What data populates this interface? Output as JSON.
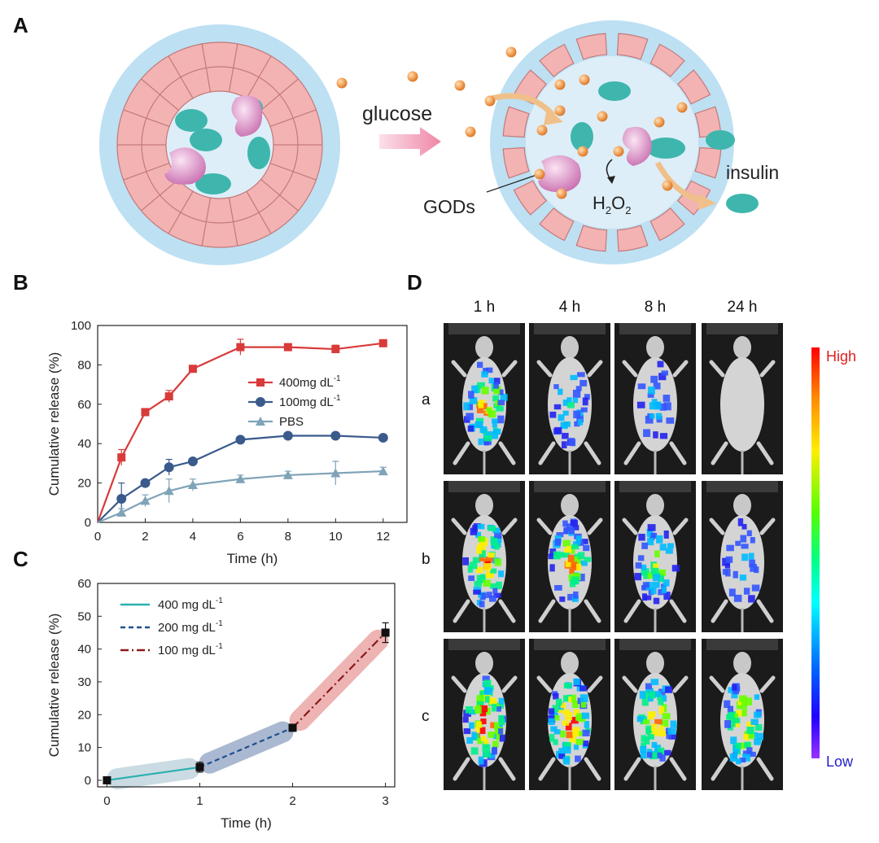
{
  "panels": {
    "a": "A",
    "b": "B",
    "c": "C",
    "d": "D"
  },
  "schematic": {
    "glucose_label": "glucose",
    "gods_label": "GODs",
    "h2o2_label": "H",
    "h2o2_sub1": "2",
    "h2o2_o": "O",
    "h2o2_sub2": "2",
    "insulin_label": "insulin"
  },
  "chart_data": [
    {
      "panel": "B",
      "type": "line",
      "xlabel": "Time (h)",
      "ylabel": "Cumulative release (%)",
      "xlim": [
        0,
        13
      ],
      "ylim": [
        0,
        100
      ],
      "xticks": [
        0,
        2,
        4,
        6,
        8,
        10,
        12
      ],
      "yticks": [
        0,
        20,
        40,
        60,
        80,
        100
      ],
      "legend_position": "center-right",
      "series": [
        {
          "name": "400mg dL",
          "name_sup": "-1",
          "marker": "square",
          "color": "#d93a3a",
          "x": [
            0,
            1,
            2,
            3,
            4,
            6,
            8,
            10,
            12
          ],
          "y": [
            0,
            33,
            56,
            64,
            78,
            89,
            89,
            88,
            91
          ],
          "err": [
            0,
            4,
            1,
            3,
            1,
            4,
            1,
            2,
            1
          ]
        },
        {
          "name": "100mg dL",
          "name_sup": "-1",
          "marker": "circle",
          "color": "#3a5a8c",
          "x": [
            0,
            1,
            2,
            3,
            4,
            6,
            8,
            10,
            12
          ],
          "y": [
            0,
            12,
            20,
            28,
            31,
            42,
            44,
            44,
            43
          ],
          "err": [
            0,
            8,
            1,
            4,
            1,
            1,
            1,
            1,
            1
          ]
        },
        {
          "name": "PBS",
          "marker": "triangle",
          "color": "#7fa3b8",
          "x": [
            0,
            1,
            2,
            3,
            4,
            6,
            8,
            10,
            12
          ],
          "y": [
            0,
            5,
            11,
            16,
            19,
            22,
            24,
            25,
            26
          ],
          "err": [
            0,
            2,
            3,
            6,
            3,
            2,
            2,
            6,
            2
          ]
        }
      ]
    },
    {
      "panel": "C",
      "type": "line",
      "xlabel": "Time (h)",
      "ylabel": "Cumulative release (%)",
      "xlim": [
        -0.1,
        3.1
      ],
      "ylim": [
        -2,
        60
      ],
      "xticks": [
        0,
        1,
        2,
        3
      ],
      "yticks": [
        0,
        10,
        20,
        30,
        40,
        50,
        60
      ],
      "legend_position": "top-left",
      "points": {
        "x": [
          0,
          1,
          2,
          3
        ],
        "y": [
          0,
          4,
          16,
          45
        ],
        "err": [
          1,
          1.5,
          0.5,
          3
        ]
      },
      "series": [
        {
          "name": "400 mg dL",
          "name_sup": "-1",
          "style": "solid",
          "color": "#2ab0b0",
          "band": "#b9cfd9",
          "x": [
            0,
            1
          ],
          "y": [
            0,
            4
          ]
        },
        {
          "name": "200 mg dL",
          "name_sup": "-1",
          "style": "dashed",
          "color": "#1f4f8f",
          "band": "#8ea2c2",
          "x": [
            1,
            2
          ],
          "y": [
            4,
            16
          ]
        },
        {
          "name": "100 mg dL",
          "name_sup": "-1",
          "style": "dashdot",
          "color": "#8b1a1a",
          "band": "#e89a9a",
          "x": [
            2,
            3
          ],
          "y": [
            16,
            45
          ]
        }
      ]
    }
  ],
  "imaging": {
    "columns": [
      "1 h",
      "4 h",
      "8 h",
      "24 h"
    ],
    "rows": [
      "a",
      "b",
      "c"
    ],
    "colorbar_high": "High",
    "colorbar_low": "Low",
    "signal_levels": [
      [
        0.85,
        0.45,
        0.35,
        0.0
      ],
      [
        0.85,
        0.8,
        0.65,
        0.35
      ],
      [
        1.0,
        0.95,
        0.8,
        0.8
      ]
    ]
  }
}
